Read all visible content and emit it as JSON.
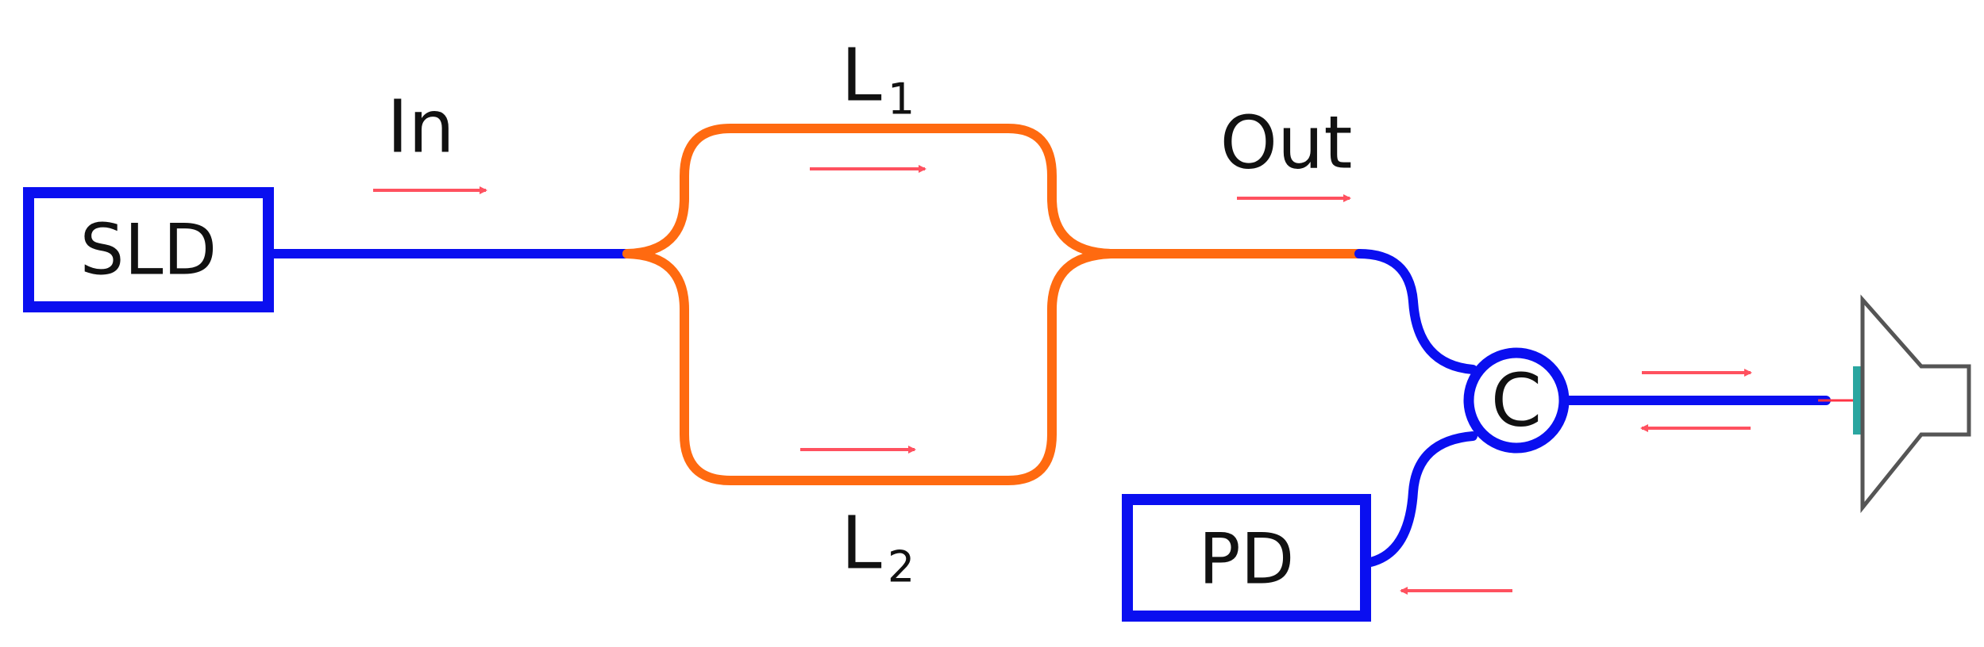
{
  "labels": {
    "source": "SLD",
    "detector": "PD",
    "circulator": "C",
    "input": "In",
    "output": "Out",
    "arm_upper": "L",
    "arm_upper_sub": "1",
    "arm_lower": "L",
    "arm_lower_sub": "2"
  },
  "colors": {
    "fiber_blue": "#0a0ff0",
    "fiber_orange": "#ff6a10",
    "arrow_red": "#ff3344",
    "mirror": "#6a6a6a",
    "mirror_face": "#2aa6a0"
  }
}
